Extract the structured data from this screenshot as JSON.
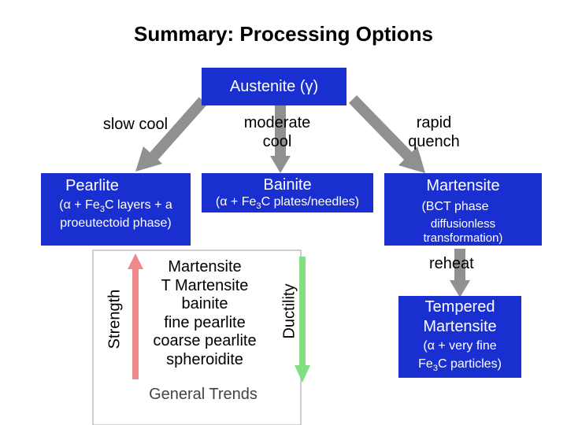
{
  "title": "Summary: Processing Options",
  "austenite": {
    "name": "Austenite",
    "symbol": "(γ)"
  },
  "paths": {
    "slow_cool": "slow cool",
    "moderate_cool": "moderate cool",
    "rapid_quench": "rapid quench",
    "reheat": "reheat"
  },
  "pearlite": {
    "name": "Pearlite",
    "desc_a": "(α + Fe",
    "desc_sub": "3",
    "desc_b": "C layers + a",
    "desc_c": "proeutectoid phase)"
  },
  "bainite": {
    "name": "Bainite",
    "desc_a": "(α + Fe",
    "desc_sub": "3",
    "desc_b": "C plates/needles)"
  },
  "martensite": {
    "name": "Martensite",
    "desc_1": "(BCT phase",
    "desc_2": "diffusionless",
    "desc_3": "transformation)"
  },
  "tempered": {
    "name_1": "Tempered",
    "name_2": "Martensite",
    "desc_a": "(α + very fine",
    "desc_b": "Fe",
    "desc_sub": "3",
    "desc_c": "C particles)"
  },
  "trends": {
    "strength_label": "Strength",
    "ductility_label": "Ductility",
    "items": [
      "Martensite",
      "T Martensite",
      "bainite",
      "fine pearlite",
      "coarse pearlite",
      "spheroidite"
    ],
    "caption": "General Trends"
  },
  "colors": {
    "box": "#1a2fd0",
    "arrow": "#909090",
    "strength": "#f08a8a",
    "ductility": "#80e080"
  }
}
